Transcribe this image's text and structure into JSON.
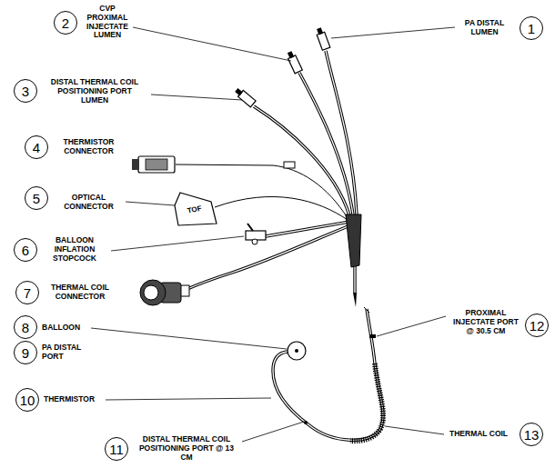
{
  "diagram": {
    "nodes": [
      {
        "text": [
          "1"
        ]
      },
      {
        "text": [
          "2"
        ]
      },
      {
        "text": [
          "3"
        ]
      },
      {
        "text": [
          "4"
        ]
      },
      {
        "text": [
          "5"
        ]
      },
      {
        "text": [
          "6"
        ]
      },
      {
        "text": [
          "7"
        ]
      },
      {
        "text": [
          "8"
        ]
      },
      {
        "text": [
          "9"
        ]
      },
      {
        "text": [
          "10"
        ]
      },
      {
        "text": [
          "11"
        ]
      },
      {
        "text": [
          "12"
        ]
      },
      {
        "text": [
          "13"
        ]
      }
    ],
    "labels": [
      "PA DISTAL LUMEN",
      "CVP PROXIMAL INJECTATE LUMEN",
      "DISTAL THERMAL COIL POSITIONING PORT LUMEN",
      "THERMISTOR CONNECTOR",
      "OPTICAL CONNECTOR",
      "BALLOON INFLATION STOPCOCK",
      "THERMAL COIL CONNECTOR",
      "BALLOON",
      "PA DISTAL PORT",
      "THERMISTOR",
      "DISTAL THERMAL COIL POSITIONING PORT @ 13 CM",
      "PROXIMAL INJECTATE PORT @ 30.5 CM",
      "THERMAL COIL",
      "TOF"
    ]
  }
}
